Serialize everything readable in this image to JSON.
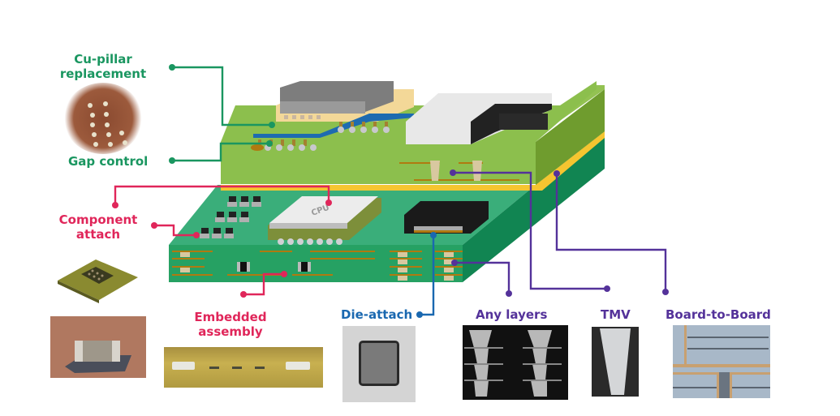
{
  "diagram": {
    "title": "",
    "colors": {
      "green": "#1a9660",
      "red": "#e0265a",
      "blue": "#1a68b0",
      "purple": "#54329a"
    },
    "labels": {
      "cu_pillar": [
        "Cu-pillar",
        "replacement"
      ],
      "gap_control": "Gap control",
      "component_attach": [
        "Component",
        "attach"
      ],
      "embedded_assembly": [
        "Embedded",
        "assembly"
      ],
      "die_attach": "Die-attach",
      "any_layers": "Any layers",
      "tmv": "TMV",
      "board_to_board": "Board-to-Board"
    },
    "chip_label": "CPU",
    "photos": [
      "cu-pillar-micrograph",
      "cpu-package-photo",
      "smd-capacitor-photo",
      "embedded-cross-section",
      "die-attach-xray",
      "any-layers-cross-section",
      "tmv-cross-section",
      "board-to-board-cross-section"
    ]
  }
}
